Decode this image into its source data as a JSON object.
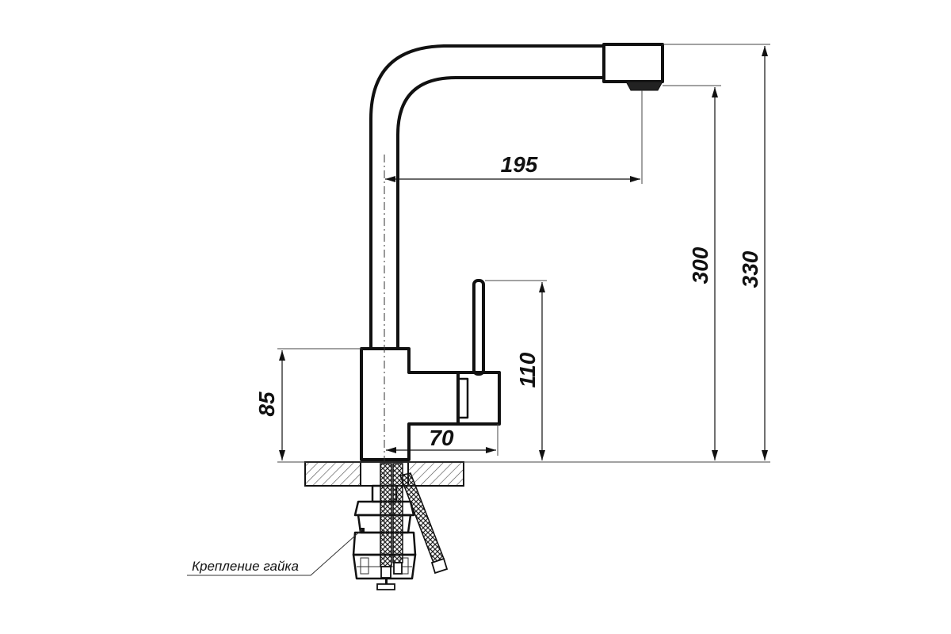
{
  "drawing": {
    "dimensions": {
      "spout_reach": "195",
      "aerator_height": "300",
      "total_height": "330",
      "handle_height": "110",
      "body_height": "85",
      "handle_offset": "70"
    },
    "annotation": {
      "mounting_nut": "Крепление гайка"
    },
    "colors": {
      "line": "#111111",
      "hatch": "#555555",
      "background": "#ffffff"
    }
  }
}
